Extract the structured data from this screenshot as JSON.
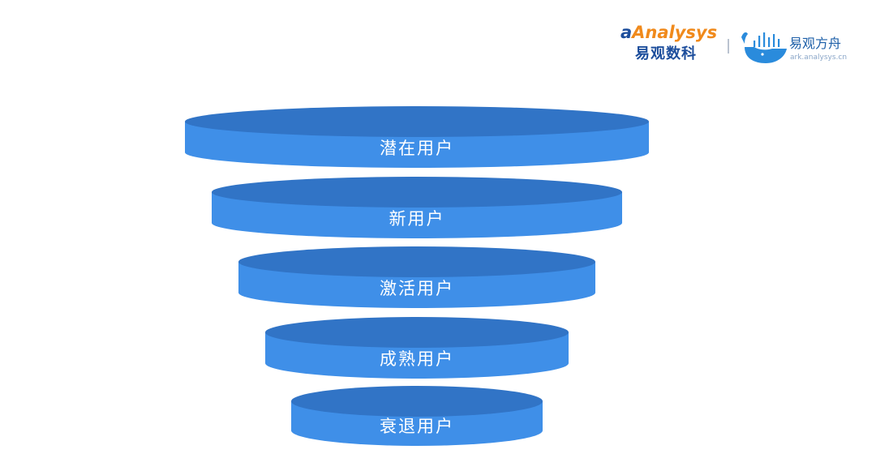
{
  "header": {
    "brand_name_en": "Analysys",
    "brand_name_cn": "易观数科",
    "product_name_cn": "易观方舟",
    "product_url": "ark.analysys.cn"
  },
  "colors": {
    "disc_top": "#3174c6",
    "disc_side": "#3f8fe8",
    "label_text": "#ffffff",
    "brand_orange": "#f08a1c",
    "brand_blue": "#1d4e9c",
    "ark_blue": "#2a8bdc"
  },
  "funnel": {
    "stages": [
      {
        "label": "潜在用户"
      },
      {
        "label": "新用户"
      },
      {
        "label": "激活用户"
      },
      {
        "label": "成熟用户"
      },
      {
        "label": "衰退用户"
      }
    ]
  }
}
